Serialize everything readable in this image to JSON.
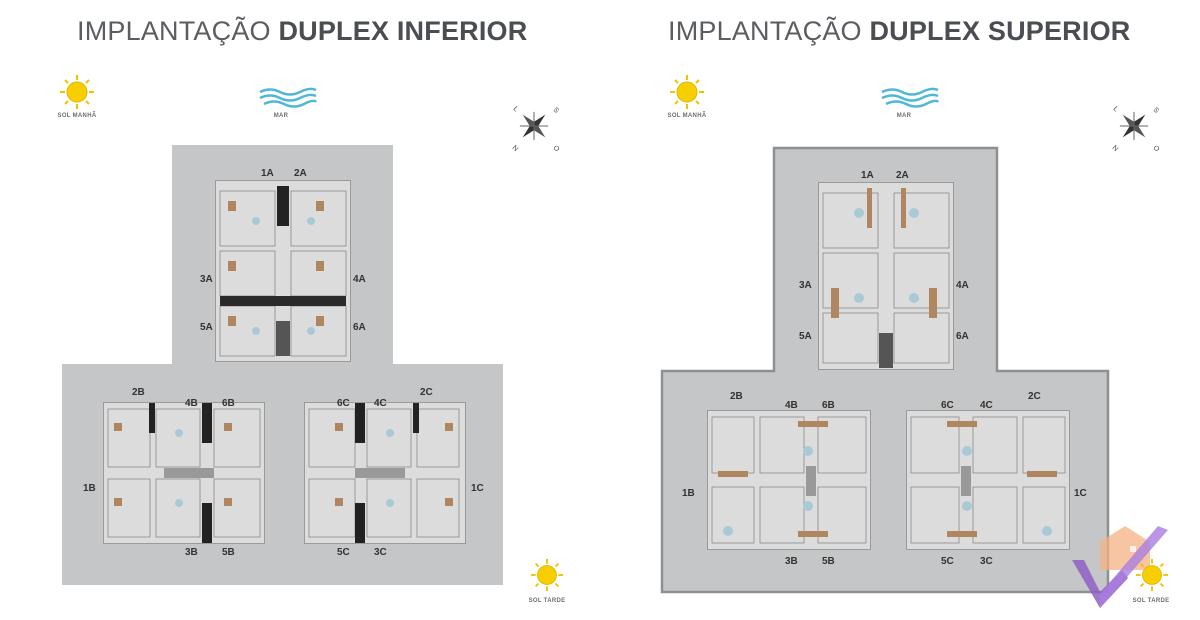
{
  "left": {
    "title_light": "IMPLANTAÇÃO",
    "title_bold": "DUPLEX INFERIOR",
    "sol_manha": "SOL MANHÃ",
    "mar": "MAR",
    "sol_tarde": "SOL TARDE",
    "units_top": [
      "1A",
      "2A",
      "3A",
      "4A",
      "5A",
      "6A"
    ],
    "units_bl": [
      "2B",
      "4B",
      "6B",
      "1B",
      "3B",
      "5B"
    ],
    "units_br": [
      "6C",
      "4C",
      "2C",
      "1C",
      "5C",
      "3C"
    ]
  },
  "right": {
    "title_light": "IMPLANTAÇÃO",
    "title_bold": "DUPLEX SUPERIOR",
    "sol_manha": "SOL MANHÃ",
    "mar": "MAR",
    "sol_tarde": "SOL TARDE",
    "units_top": [
      "1A",
      "2A",
      "3A",
      "4A",
      "5A",
      "6A"
    ],
    "units_bl": [
      "2B",
      "4B",
      "6B",
      "1B",
      "3B",
      "5B"
    ],
    "units_br": [
      "6C",
      "4C",
      "2C",
      "1C",
      "5C",
      "3C"
    ]
  },
  "colors": {
    "site": "#c5c6c7",
    "building": "#dcdcdc",
    "sun": "#f2c200",
    "wave": "#4fb8d6"
  },
  "icons": [
    "sun-icon",
    "sea-wave-icon",
    "compass-rose-icon",
    "watermark-logo-icon"
  ]
}
